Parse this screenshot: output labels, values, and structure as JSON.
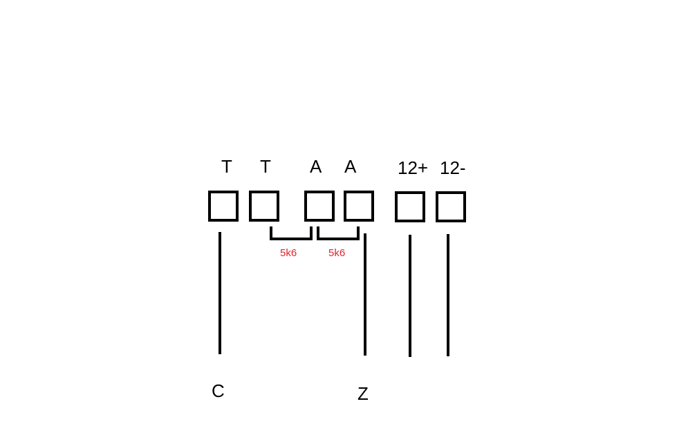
{
  "diagram": {
    "terminals": [
      {
        "id": "t1",
        "label": "T"
      },
      {
        "id": "t2",
        "label": "T"
      },
      {
        "id": "a1",
        "label": "A"
      },
      {
        "id": "a2",
        "label": "A"
      },
      {
        "id": "p12",
        "label": "12+"
      },
      {
        "id": "m12",
        "label": "12-"
      }
    ],
    "resistors": [
      {
        "id": "r1",
        "label": "5k6",
        "from": "t2",
        "to": "a1"
      },
      {
        "id": "r2",
        "label": "5k6",
        "from": "a1",
        "to": "a2"
      }
    ],
    "wires": [
      {
        "id": "w-c",
        "from": "t1",
        "label": "C"
      },
      {
        "id": "w-z",
        "from": "a2",
        "label": "Z"
      },
      {
        "id": "w-p12",
        "from": "p12",
        "label": ""
      },
      {
        "id": "w-m12",
        "from": "m12",
        "label": ""
      }
    ],
    "colors": {
      "line": "#000000",
      "resistor_label": "#e0232b",
      "background": "#ffffff"
    }
  }
}
